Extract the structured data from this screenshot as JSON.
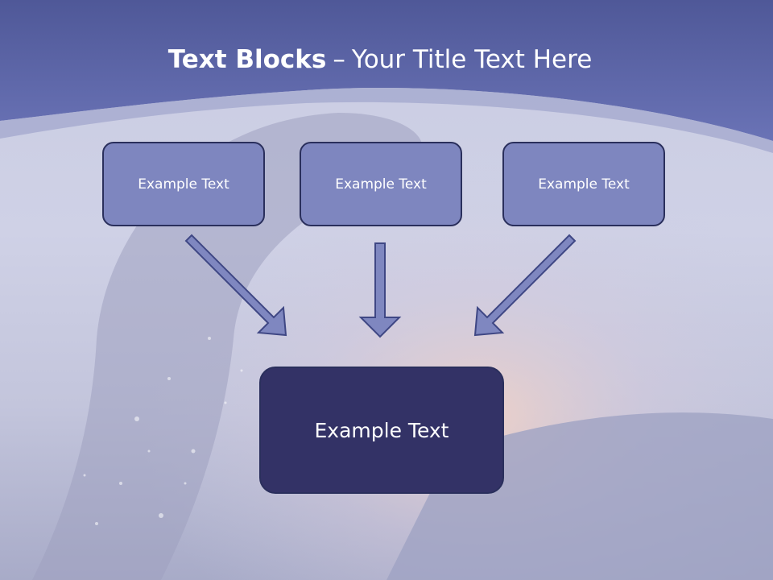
{
  "slide": {
    "title_bold": "Text Blocks",
    "title_dash": "–",
    "title_rest": "Your Title Text Here",
    "blocks": [
      {
        "label": "Example Text"
      },
      {
        "label": "Example Text"
      },
      {
        "label": "Example Text"
      }
    ],
    "center_block": {
      "label": "Example Text"
    }
  },
  "colors": {
    "header": "#5e67ad",
    "small_box": "#7e86bf",
    "big_box": "#333266",
    "arrow": "#7f87c0"
  }
}
